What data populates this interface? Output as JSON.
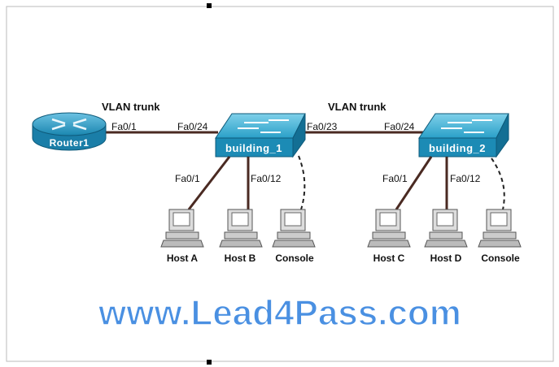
{
  "diagram": {
    "router": {
      "label": "Router1"
    },
    "links": [
      {
        "title": "VLAN trunk",
        "port_a": "Fa0/1",
        "port_b": "Fa0/24"
      },
      {
        "title": "VLAN trunk",
        "port_a": "Fa0/23",
        "port_b": "Fa0/24"
      }
    ],
    "switches": [
      {
        "label": "building_1",
        "port_host1": "Fa0/1",
        "port_host2": "Fa0/12"
      },
      {
        "label": "building_2",
        "port_host1": "Fa0/1",
        "port_host2": "Fa0/12"
      }
    ],
    "hosts": [
      {
        "label": "Host A"
      },
      {
        "label": "Host B"
      },
      {
        "label": "Console"
      },
      {
        "label": "Host C"
      },
      {
        "label": "Host D"
      },
      {
        "label": "Console"
      }
    ],
    "watermark": "www.Lead4Pass.com"
  },
  "colors": {
    "device": "#1e8fb5",
    "link": "#4a2a22",
    "watermark": "#4a90e2"
  }
}
